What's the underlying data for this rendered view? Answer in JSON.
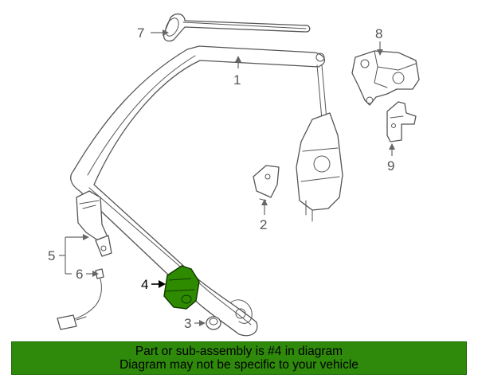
{
  "diagram": {
    "callouts": [
      {
        "id": "1",
        "label": "1"
      },
      {
        "id": "2",
        "label": "2"
      },
      {
        "id": "3",
        "label": "3"
      },
      {
        "id": "4",
        "label": "4",
        "highlighted": true
      },
      {
        "id": "5",
        "label": "5"
      },
      {
        "id": "6",
        "label": "6"
      },
      {
        "id": "7",
        "label": "7"
      },
      {
        "id": "8",
        "label": "8"
      },
      {
        "id": "9",
        "label": "9"
      }
    ],
    "highlight_color": "#2e8b00",
    "line_color": "#555555"
  },
  "banner": {
    "line1": "Part or sub-assembly is #4 in diagram",
    "line2": "Diagram may not be specific to your vehicle",
    "background": "#2f8a0c",
    "text_color": "#000000"
  }
}
